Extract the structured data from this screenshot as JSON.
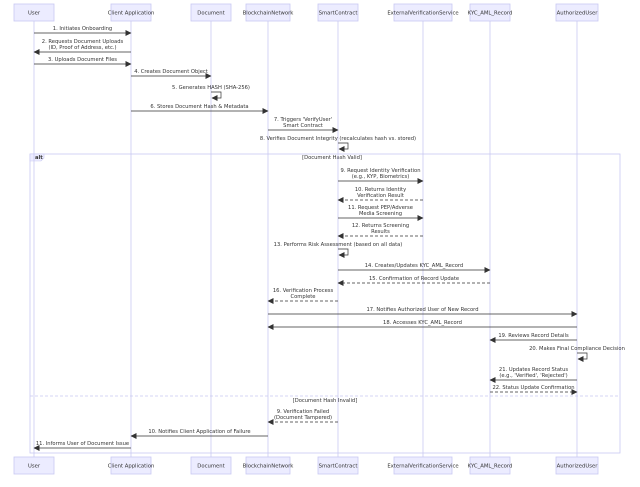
{
  "participants": [
    {
      "id": "user",
      "label": "User"
    },
    {
      "id": "client",
      "label": "Client Application"
    },
    {
      "id": "document",
      "label": "Document"
    },
    {
      "id": "blockchain",
      "label": "BlockchainNetwork"
    },
    {
      "id": "contract",
      "label": "SmartContract"
    },
    {
      "id": "verification",
      "label": "ExternalVerificationService"
    },
    {
      "id": "kyc",
      "label": "KYC_AML_Record"
    },
    {
      "id": "authuser",
      "label": "AuthorizedUser"
    }
  ],
  "messages": [
    {
      "from": "user",
      "to": "client",
      "style": "solid",
      "lines": [
        "1. Initiates Onboarding"
      ]
    },
    {
      "from": "client",
      "to": "user",
      "style": "solid",
      "lines": [
        "2. Requests Document Uploads",
        "(ID, Proof of Address, etc.)"
      ]
    },
    {
      "from": "user",
      "to": "client",
      "style": "solid",
      "lines": [
        "3. Uploads Document Files"
      ]
    },
    {
      "from": "client",
      "to": "document",
      "style": "solid",
      "lines": [
        "4. Creates Document Object"
      ]
    },
    {
      "from": "document",
      "to": "document",
      "style": "solid",
      "lines": [
        "5. Generates HASH (SHA-256)"
      ]
    },
    {
      "from": "client",
      "to": "blockchain",
      "style": "solid",
      "lines": [
        "6. Stores Document Hash & Metadata"
      ]
    },
    {
      "from": "blockchain",
      "to": "contract",
      "style": "solid",
      "lines": [
        "7. Triggers 'VerifyUser'",
        "Smart Contract"
      ]
    },
    {
      "from": "contract",
      "to": "contract",
      "style": "solid",
      "lines": [
        "8. Verifies Document Integrity (recalculates hash vs. stored)"
      ]
    },
    {
      "from": "contract",
      "to": "verification",
      "style": "solid",
      "lines": [
        "9. Request Identity Verification",
        "(e.g., KYP, Biometrics)"
      ]
    },
    {
      "from": "verification",
      "to": "contract",
      "style": "dashed",
      "lines": [
        "10. Returns Identity",
        "Verification Result"
      ]
    },
    {
      "from": "contract",
      "to": "verification",
      "style": "solid",
      "lines": [
        "11. Request PEP/Adverse",
        "Media Screening"
      ]
    },
    {
      "from": "verification",
      "to": "contract",
      "style": "dashed",
      "lines": [
        "12. Returns Screening",
        "Results"
      ]
    },
    {
      "from": "contract",
      "to": "contract",
      "style": "solid",
      "lines": [
        "13. Performs Risk Assessment (based on all data)"
      ]
    },
    {
      "from": "contract",
      "to": "kyc",
      "style": "solid",
      "lines": [
        "14. Creates/Updates KYC_AML_Record"
      ]
    },
    {
      "from": "kyc",
      "to": "contract",
      "style": "dashed",
      "lines": [
        "15. Confirmation of Record Update"
      ]
    },
    {
      "from": "contract",
      "to": "blockchain",
      "style": "dashed",
      "lines": [
        "16. Verification Process",
        "Complete"
      ]
    },
    {
      "from": "blockchain",
      "to": "authuser",
      "style": "solid",
      "lines": [
        "17. Notifies Authorized User of New Record"
      ]
    },
    {
      "from": "authuser",
      "to": "blockchain",
      "style": "solid",
      "lines": [
        "18. Accesses KYC_AML_Record"
      ]
    },
    {
      "from": "authuser",
      "to": "kyc",
      "style": "solid",
      "lines": [
        "19. Reviews Record Details"
      ]
    },
    {
      "from": "authuser",
      "to": "authuser",
      "style": "solid",
      "lines": [
        "20. Makes Final Compliance Decision"
      ]
    },
    {
      "from": "authuser",
      "to": "kyc",
      "style": "solid",
      "lines": [
        "21. Updates Record Status",
        "(e.g., 'Verified', 'Rejected')"
      ]
    },
    {
      "from": "kyc",
      "to": "authuser",
      "style": "dashed",
      "lines": [
        "22. Status Update Confirmation"
      ]
    },
    {
      "from": "contract",
      "to": "blockchain",
      "style": "dashed",
      "lines": [
        "9. Verification Failed",
        "(Document Tampered)"
      ]
    },
    {
      "from": "blockchain",
      "to": "client",
      "style": "solid",
      "lines": [
        "10. Notifies Client Application of Failure"
      ]
    },
    {
      "from": "client",
      "to": "user",
      "style": "solid",
      "lines": [
        "11. Informs User of Document Issue"
      ]
    }
  ],
  "alt_block": {
    "keyword": "alt",
    "sections": [
      {
        "condition": "[Document Hash Valid]"
      },
      {
        "condition": "[Document Hash Invalid]"
      }
    ]
  }
}
